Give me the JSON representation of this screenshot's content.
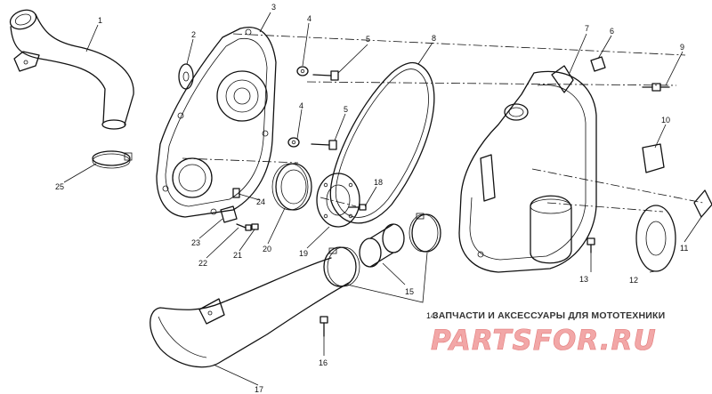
{
  "diagram": {
    "callouts": [
      {
        "id": "c1",
        "text": "1"
      },
      {
        "id": "c2",
        "text": "2"
      },
      {
        "id": "c3",
        "text": "3"
      },
      {
        "id": "c4a",
        "text": "4"
      },
      {
        "id": "c4b",
        "text": "4"
      },
      {
        "id": "c5a",
        "text": "5"
      },
      {
        "id": "c5b",
        "text": "5"
      },
      {
        "id": "c6",
        "text": "6"
      },
      {
        "id": "c7",
        "text": "7"
      },
      {
        "id": "c8",
        "text": "8"
      },
      {
        "id": "c9",
        "text": "9"
      },
      {
        "id": "c10",
        "text": "10"
      },
      {
        "id": "c11",
        "text": "11"
      },
      {
        "id": "c12",
        "text": "12"
      },
      {
        "id": "c13",
        "text": "13"
      },
      {
        "id": "c14",
        "text": "14"
      },
      {
        "id": "c15",
        "text": "15"
      },
      {
        "id": "c16",
        "text": "16"
      },
      {
        "id": "c17",
        "text": "17"
      },
      {
        "id": "c18",
        "text": "18"
      },
      {
        "id": "c19",
        "text": "19"
      },
      {
        "id": "c20",
        "text": "20"
      },
      {
        "id": "c21",
        "text": "21"
      },
      {
        "id": "c22",
        "text": "22"
      },
      {
        "id": "c23",
        "text": "23"
      },
      {
        "id": "c24",
        "text": "24"
      },
      {
        "id": "c25",
        "text": "25"
      }
    ]
  },
  "watermark": {
    "tagline": "ЗАПЧАСТИ И АКСЕССУАРЫ ДЛЯ МОТОТЕХНИКИ",
    "logo_text": "PARTSFOR.RU",
    "color": "#f2a7a7"
  }
}
